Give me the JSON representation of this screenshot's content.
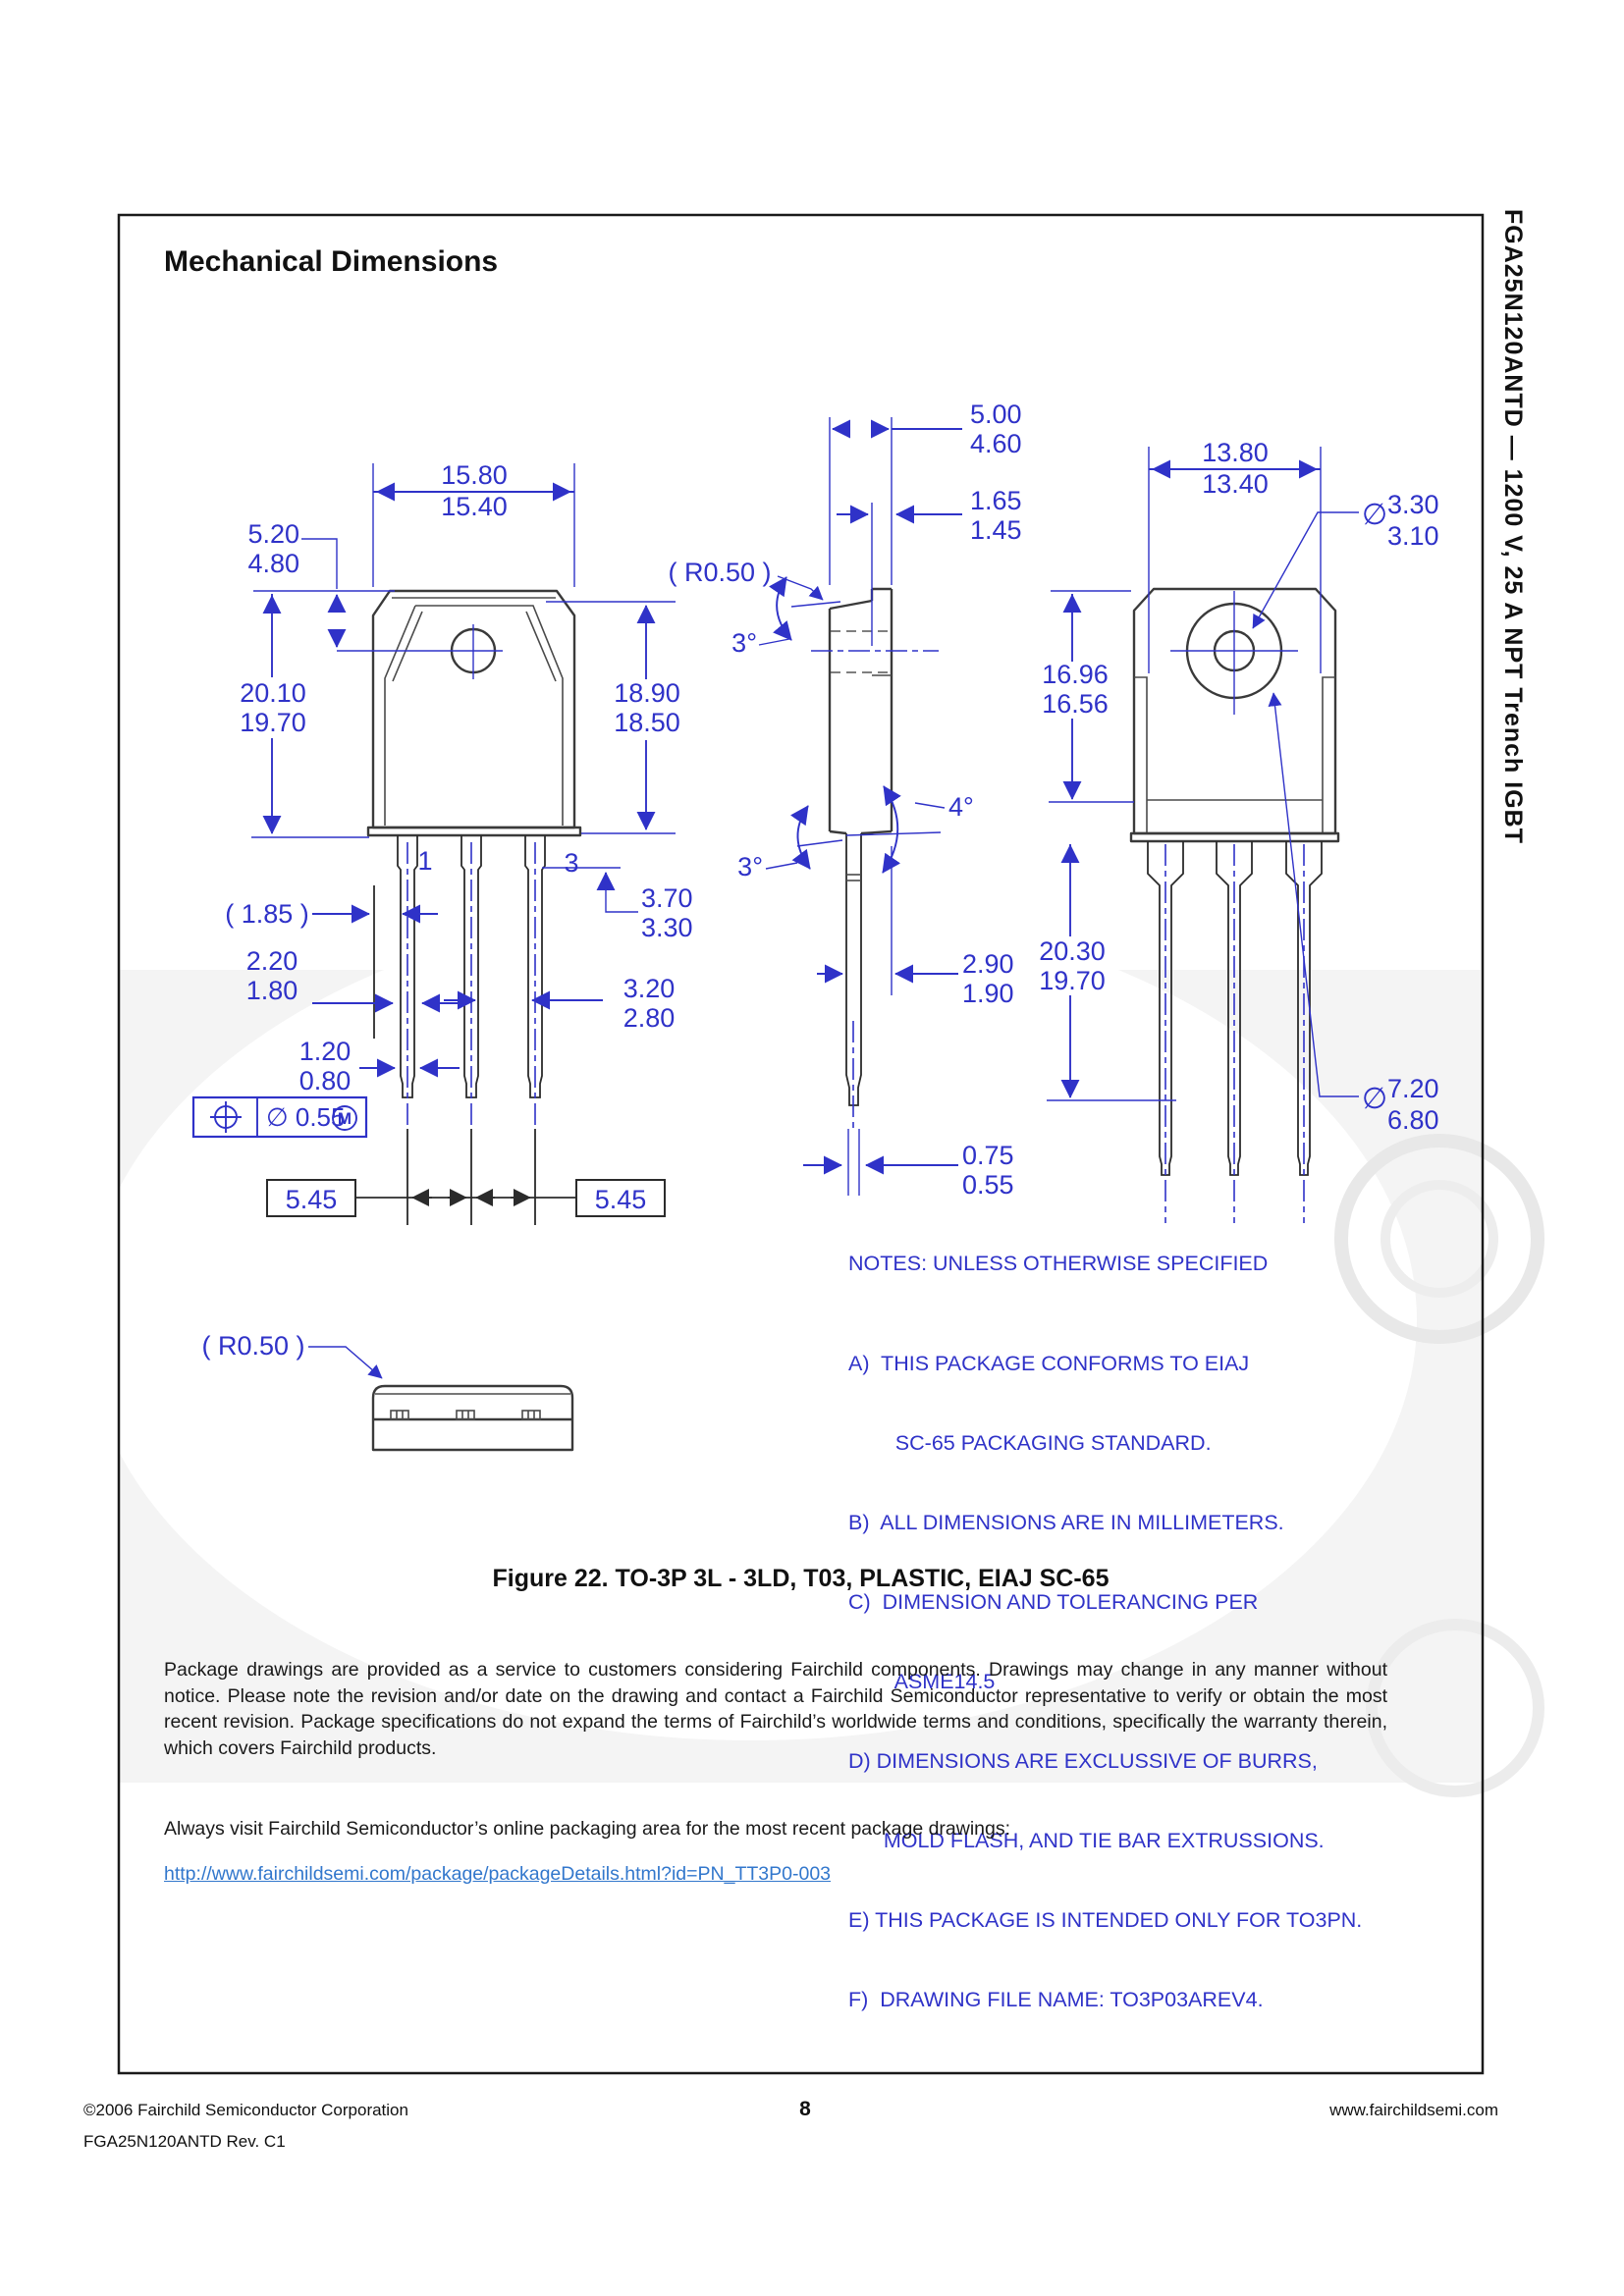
{
  "page": {
    "title": "Mechanical Dimensions",
    "sidebar_title": "FGA25N120ANTD — 1200 V, 25 A NPT Trench IGBT",
    "figure_caption": "Figure 22.  TO-3P 3L - 3LD, T03, PLASTIC, EIAJ SC-65",
    "disclaimer": "Package drawings are provided as a service to customers considering Fairchild components. Drawings may change in any manner without notice. Please note the revision and/or date on the drawing and contact a Fairchild Semiconductor representative to verify or obtain the most recent revision. Package specifications do not expand the terms of Fairchild’s worldwide terms and conditions, specifically the warranty therein, which covers Fairchild products.",
    "visit_line": "Always visit Fairchild Semiconductor’s online packaging area for the most recent package drawings:",
    "package_link": "http://www.fairchildsemi.com/package/packageDetails.html?id=PN_TT3P0-003",
    "footer": {
      "copyright": "©2006 Fairchild Semiconductor Corporation",
      "revision": "FGA25N120ANTD Rev. C1",
      "page_number": "8",
      "website": "www.fairchildsemi.com"
    }
  },
  "notes": {
    "heading": "NOTES: UNLESS OTHERWISE SPECIFIED",
    "lines": [
      "A)  THIS PACKAGE CONFORMS TO EIAJ",
      "        SC-65 PACKAGING STANDARD.",
      "B)  ALL DIMENSIONS ARE IN MILLIMETERS.",
      "C)  DIMENSION AND TOLERANCING PER",
      "        ASME14.5",
      "D) DIMENSIONS ARE EXCLUSSIVE OF BURRS,",
      "      MOLD FLASH, AND TIE BAR EXTRUSSIONS.",
      "E) THIS PACKAGE IS INTENDED ONLY FOR TO3PN.",
      "F)  DRAWING FILE NAME: TO3P03AREV4."
    ]
  },
  "d": {
    "front": {
      "w1": "15.80",
      "w2": "15.40",
      "t1": "5.20",
      "t2": "4.80",
      "h1": "20.10",
      "h2": "19.70",
      "b1": "18.90",
      "b2": "18.50",
      "p1": "1",
      "p3": "3",
      "ref185": "( 1.85 )",
      "pw1": "2.20",
      "pw2": "1.80",
      "pn1": "1.20",
      "pn2": "0.80",
      "st1": "3.70",
      "st2": "3.30",
      "gp1": "3.20",
      "gp2": "2.80",
      "fcf_dia": "∅ 0.55",
      "fcf_mod": "M",
      "pitchL": "5.45",
      "pitchR": "5.45"
    },
    "side": {
      "th1": "5.00",
      "th2": "4.60",
      "tb1": "1.65",
      "tb2": "1.45",
      "r": "( R0.50 )",
      "a1": "3°",
      "a2": "3°",
      "a3": "4°",
      "lo1": "2.90",
      "lo2": "1.90",
      "lt1": "0.75",
      "lt2": "0.55"
    },
    "back": {
      "w1": "13.80",
      "w2": "13.40",
      "dia": "∅",
      "hd1": "3.30",
      "hd2": "3.10",
      "bd1": "7.20",
      "bd2": "6.80",
      "hh1": "16.96",
      "hh2": "16.56",
      "ll1": "20.30",
      "ll2": "19.70"
    },
    "bottom": {
      "r": "( R0.50 )"
    }
  },
  "colors": {
    "dim_blue": "#2f32c8",
    "link_blue": "#3277cc",
    "outline": "#3a3a3a"
  }
}
